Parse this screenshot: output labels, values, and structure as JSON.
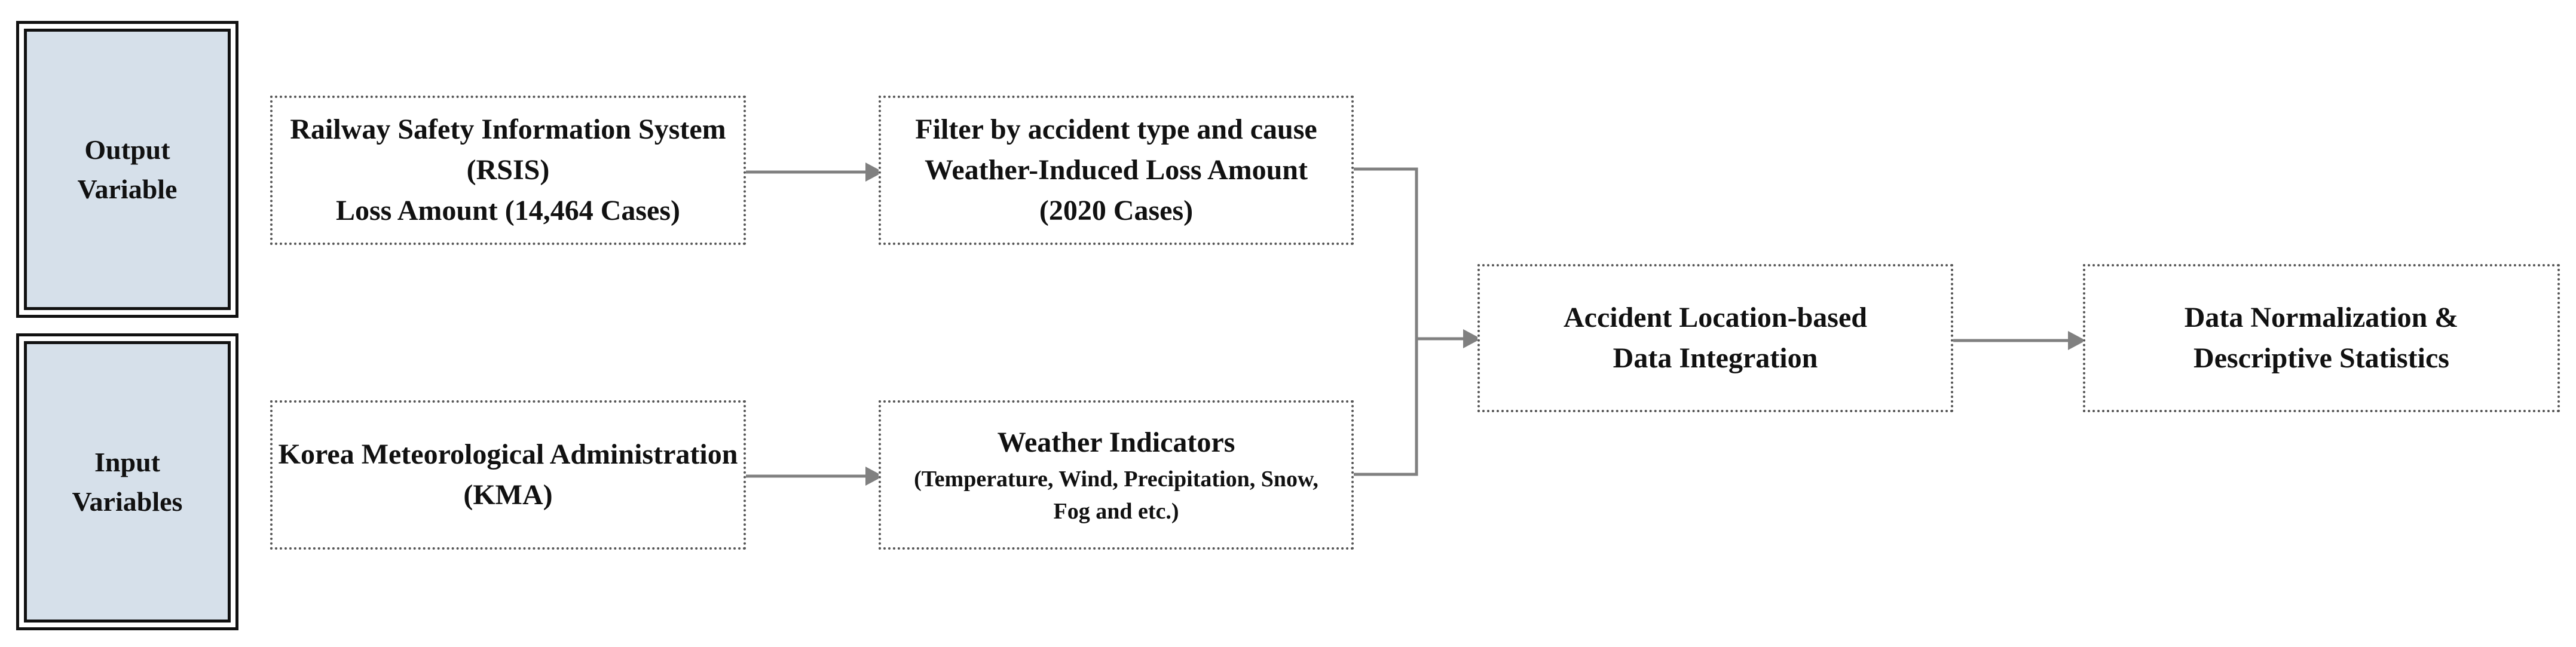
{
  "side_labels": {
    "output": [
      "Output",
      "Variable"
    ],
    "input": [
      "Input",
      "Variables"
    ]
  },
  "nodes": {
    "rsis": [
      "Railway Safety Information System",
      "(RSIS)",
      "Loss Amount (14,464 Cases)"
    ],
    "filter": [
      "Filter by accident type and cause",
      "Weather-Induced Loss Amount",
      "(2020 Cases)"
    ],
    "kma": [
      "Korea Meteorological Administration",
      "(KMA)"
    ],
    "weather": {
      "title": "Weather Indicators",
      "detail": [
        "(Temperature, Wind, Precipitation, Snow,",
        "Fog and etc.)"
      ]
    },
    "integration": [
      "Accident Location-based",
      "Data Integration"
    ],
    "normalization": [
      "Data Normalization &",
      "Descriptive Statistics"
    ]
  },
  "colors": {
    "side_fill": "#d6e0ea",
    "arrow": "#808080",
    "border": "#555555"
  }
}
